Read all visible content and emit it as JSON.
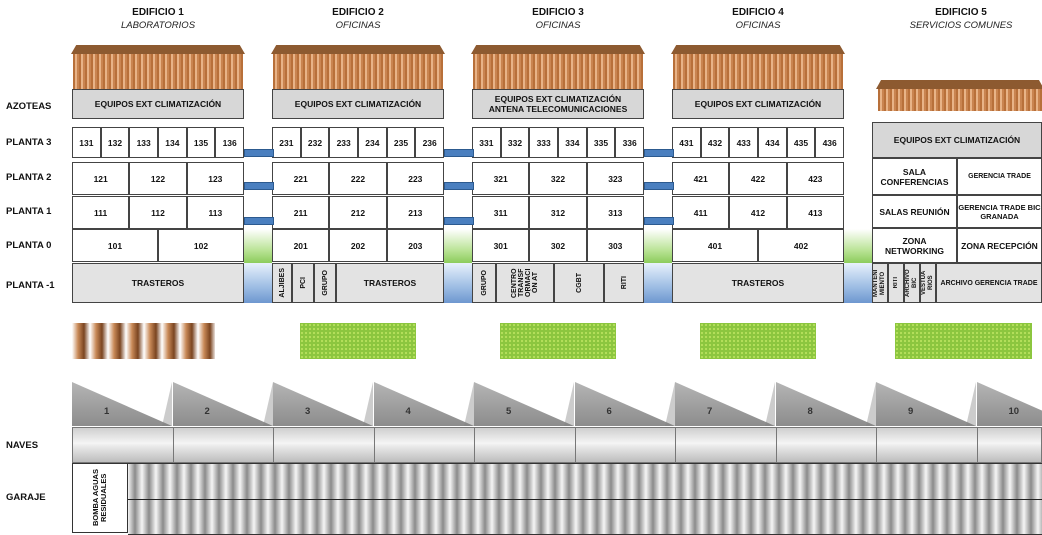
{
  "buildings": [
    {
      "title": "EDIFICIO 1",
      "subtitle": "LABORATORIOS",
      "roof": "EQUIPOS EXT CLIMATIZACIÓN",
      "p3": [
        "131",
        "132",
        "133",
        "134",
        "135",
        "136"
      ],
      "p2": [
        "121",
        "122",
        "123"
      ],
      "p1": [
        "111",
        "112",
        "113"
      ],
      "p0": [
        "101",
        "102"
      ],
      "m1": [
        "TRASTEROS"
      ]
    },
    {
      "title": "EDIFICIO 2",
      "subtitle": "OFICINAS",
      "roof": "EQUIPOS EXT CLIMATIZACIÓN",
      "p3": [
        "231",
        "232",
        "233",
        "234",
        "235",
        "236"
      ],
      "p2": [
        "221",
        "222",
        "223"
      ],
      "p1": [
        "211",
        "212",
        "213"
      ],
      "p0": [
        "201",
        "202",
        "203"
      ],
      "m1v": [
        "ALJIBES",
        "PCI",
        "GRUPO"
      ],
      "m1": [
        "TRASTEROS"
      ]
    },
    {
      "title": "EDIFICIO 3",
      "subtitle": "OFICINAS",
      "roof": "EQUIPOS EXT CLIMATIZACIÓN",
      "roof2": "ANTENA TELECOMUNICACIONES",
      "p3": [
        "331",
        "332",
        "333",
        "334",
        "335",
        "336"
      ],
      "p2": [
        "321",
        "322",
        "323"
      ],
      "p1": [
        "311",
        "312",
        "313"
      ],
      "p0": [
        "301",
        "302",
        "303"
      ],
      "m1v": [
        "GRUPO",
        "CENTRO TRANSF ORMACI ÓN AT",
        "CGBT",
        "RITI"
      ]
    },
    {
      "title": "EDIFICIO 4",
      "subtitle": "OFICINAS",
      "roof": "EQUIPOS EXT CLIMATIZACIÓN",
      "p3": [
        "431",
        "432",
        "433",
        "434",
        "435",
        "436"
      ],
      "p2": [
        "421",
        "422",
        "423"
      ],
      "p1": [
        "411",
        "412",
        "413"
      ],
      "p0": [
        "401",
        "402"
      ],
      "m1": [
        "TRASTEROS"
      ]
    },
    {
      "title": "EDIFICIO 5",
      "subtitle": "SERVICIOS COMUNES",
      "roof": "EQUIPOS EXT CLIMATIZACIÓN",
      "p2": [
        "SALA CONFERENCIAS",
        "GERENCIA TRADE"
      ],
      "p1": [
        "SALAS REUNIÓN",
        "GERENCIA TRADE BIC GRANADA"
      ],
      "p0": [
        "ZONA NETWORKING",
        "ZONA RECEPCIÓN"
      ],
      "m1v": [
        "MANTENI MIENTO",
        "RITI",
        "ARCHIVO BIC",
        "VESTUA RIOS"
      ],
      "m1": [
        "ARCHIVO GERENCIA TRADE"
      ]
    }
  ],
  "rows": {
    "azoteas": "AZOTEAS",
    "p3": "PLANTA 3",
    "p2": "PLANTA 2",
    "p1": "PLANTA 1",
    "p0": "PLANTA 0",
    "m1": "PLANTA -1",
    "naves": "NAVES",
    "garaje": "GARAJE"
  },
  "naves": [
    "1",
    "2",
    "3",
    "4",
    "5",
    "6",
    "7",
    "8",
    "9",
    "10"
  ],
  "garaje_label": "BOMBA AGUAS RESIDUALES",
  "colors": {
    "roof": "#b8703a",
    "green": "#8cc63f",
    "connector": "#4a7fbf",
    "grey": "#d7d7d7"
  }
}
